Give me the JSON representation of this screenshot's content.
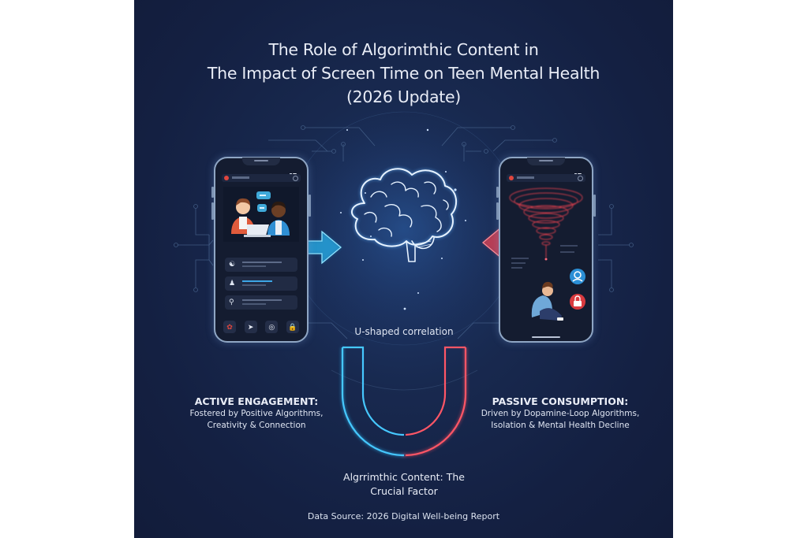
{
  "title": {
    "line1": "The Role of Algorimthic Content in",
    "line2": "The Impact of Screen Time on Teen Mental Health",
    "line3": "(2026 Update)"
  },
  "left_panel": {
    "heading": "ACTIVE ENGAGEMENT:",
    "line1": "Fostered by Positive Algorithms,",
    "line2": "Creativity & Connection",
    "accent_color": "#35c4f2",
    "phone": {
      "illustration": "two-teens-collaborating-with-laptop",
      "chat_bubbles": [
        "message-icon",
        "emoji-icon"
      ],
      "list_icons": [
        "group-icon",
        "person-icon",
        "lightbulb-icon"
      ],
      "dock_icons": [
        "flower-icon",
        "bird-icon",
        "target-icon",
        "lock-icon"
      ]
    }
  },
  "right_panel": {
    "heading": "PASSIVE CONSUMPTION:",
    "line1": "Driven by Dopamine-Loop Algorithms,",
    "line2": "Isolation & Mental Health Decline",
    "accent_color": "#ea4a55",
    "phone": {
      "illustration": "red-vortex-over-isolated-teen",
      "badges": [
        "user-sync-icon",
        "lock-icon"
      ]
    }
  },
  "center": {
    "icon": "brain-icon",
    "u_label": "U-shaped correlation",
    "caption_line1": "Algrrimthic Content: The",
    "caption_line2": "Crucial Factor"
  },
  "footer": {
    "source": "Data Source: 2026 Digital Well-being Report"
  },
  "colors": {
    "background": "#152146",
    "positive": "#35c4f2",
    "negative": "#ea4a55",
    "text": "#e8ecf6"
  }
}
